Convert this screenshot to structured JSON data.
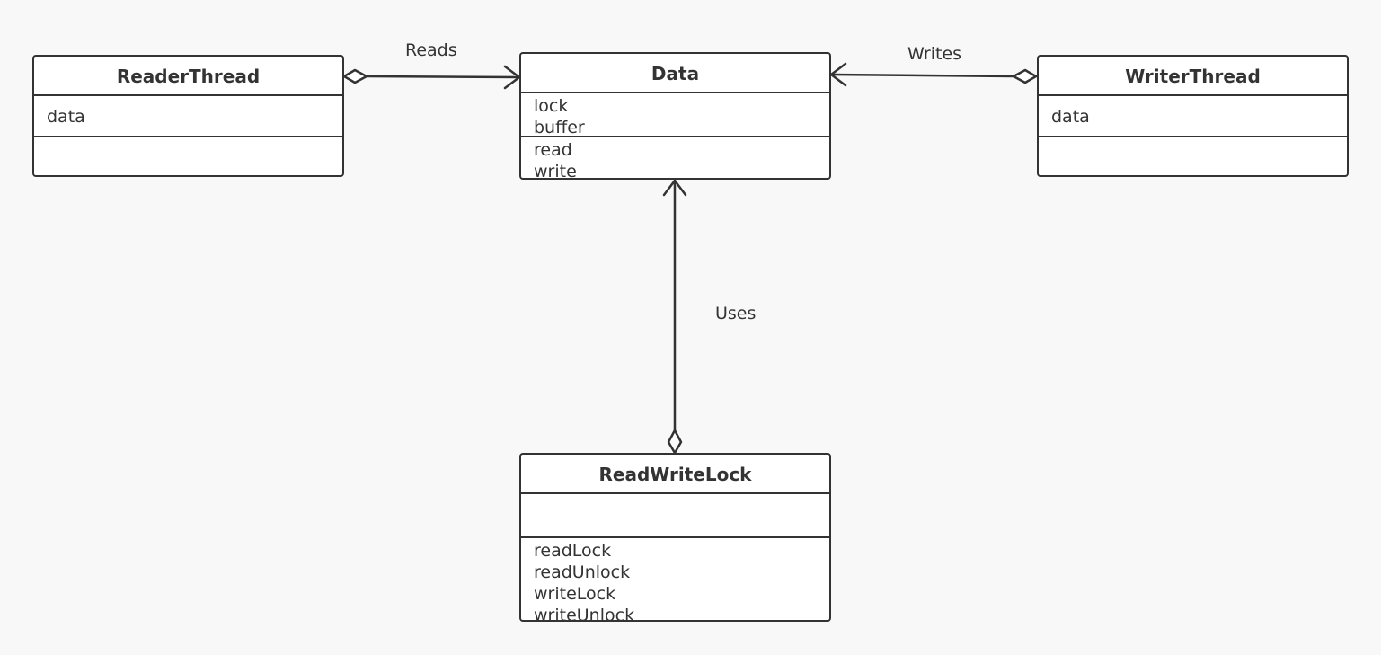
{
  "colors": {
    "background": "#f8f8f8",
    "stroke": "#333333",
    "box_fill": "#ffffff",
    "text": "#333333"
  },
  "classes": {
    "reader_thread": {
      "name": "ReaderThread",
      "attributes": [
        "data"
      ],
      "operations": []
    },
    "data": {
      "name": "Data",
      "attributes": [
        "lock",
        "buffer"
      ],
      "operations": [
        "read",
        "write"
      ]
    },
    "writer_thread": {
      "name": "WriterThread",
      "attributes": [
        "data"
      ],
      "operations": []
    },
    "read_write_lock": {
      "name": "ReadWriteLock",
      "attributes": [],
      "operations": [
        "readLock",
        "readUnlock",
        "writeLock",
        "writeUnlock"
      ]
    }
  },
  "relationships": [
    {
      "from": "ReaderThread",
      "to": "Data",
      "label": "Reads",
      "kind": "aggregation-navigable"
    },
    {
      "from": "WriterThread",
      "to": "Data",
      "label": "Writes",
      "kind": "aggregation-navigable"
    },
    {
      "from": "ReadWriteLock",
      "to": "Data",
      "label": "Uses",
      "kind": "aggregation-navigable"
    }
  ]
}
